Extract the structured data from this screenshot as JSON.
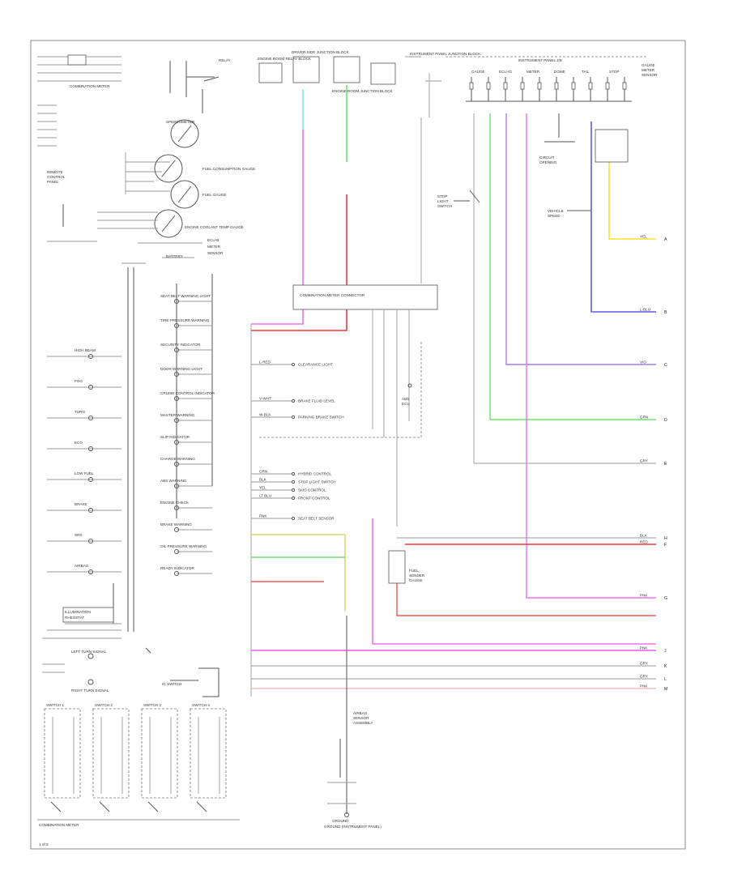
{
  "diagram": {
    "footer_label": "COMBINATION METER",
    "page_mark": "1 of 3",
    "meter_title": "COMBINATION METER",
    "meter_gauges": [
      {
        "label": "SPEEDOMETER"
      },
      {
        "label": "FUEL CONSUMPTION GAUGE"
      },
      {
        "label": "FUEL GAUGE"
      },
      {
        "label": "ENGINE COOLANT TEMP GAUGE"
      }
    ],
    "warning_lamps": [
      "SEAT BELT WARNING LIGHT",
      "TIRE PRESSURE WARNING",
      "SECURITY INDICATOR",
      "DOOR WARNING LIGHT",
      "CRUISE CONTROL INDICATOR",
      "MASTER WARNING",
      "SLIP INDICATOR",
      "CHARGE WARNING",
      "ABS WARNING",
      "ENGINE CHECK",
      "BRAKE WARNING",
      "OIL PRESSURE WARNING",
      "READY INDICATOR"
    ],
    "left_lamps": [
      "HIGH BEAM",
      "FOG",
      "TURN",
      "ECO",
      "LOW FUEL",
      "BRAKE",
      "SRS",
      "AIRBAG"
    ],
    "turn_labels": {
      "left": "LEFT TURN SIGNAL",
      "right": "RIGHT TURN SIGNAL"
    },
    "bottom_switches": [
      "SWITCH 1",
      "SWITCH 2",
      "SWITCH 3",
      "SWITCH 4"
    ],
    "top_components": [
      {
        "label": "ENGINE ROOM RELAY BLOCK"
      },
      {
        "label": "DRIVER SIDE JUNCTION BLOCK"
      },
      {
        "label": "ENGINE ROOM JUNCTION BLOCK"
      },
      {
        "label": "INSTRUMENT PANEL JUNCTION BLOCK"
      }
    ],
    "center_connector": "COMBINATION METER CONNECTOR",
    "center_outputs": [
      {
        "label": "CLEARANCE LIGHT",
        "wire": "L-RED"
      },
      {
        "label": "BRAKE FLUID LEVEL",
        "wire": "V-WHT"
      },
      {
        "label": "PARKING BRAKE SWITCH",
        "wire": "W-BLK"
      },
      {
        "label": "HYBRID CONTROL",
        "wire": "GRN"
      },
      {
        "label": "STOP LIGHT SWITCH",
        "wire": "BLK"
      },
      {
        "label": "SKID CONTROL",
        "wire": "YEL"
      },
      {
        "label": "FRONT CONTROL",
        "wire": "LT BLU"
      },
      {
        "label": "SEAT BELT SENSOR",
        "wire": "PNK"
      }
    ],
    "fuse_box_label": "INSTRUMENT PANEL J/B",
    "right_side_labels": [
      "GAUGE",
      "ECU-IG",
      "METER",
      "DOME",
      "TAIL",
      "STOP"
    ],
    "ground_label": "GROUND",
    "ground_sub": "GROUND (INSTRUMENT PANEL)",
    "wire_ends": [
      {
        "wire": "YEL",
        "color": "#ffe033",
        "label": "A"
      },
      {
        "wire": "L-BLU",
        "color": "#5c5cf0",
        "label": "B"
      },
      {
        "wire": "VIO",
        "color": "#a97de8",
        "label": "C"
      },
      {
        "wire": "GRN",
        "color": "#6fe26f",
        "label": "D"
      },
      {
        "wire": "GRY",
        "color": "#9a9a9a",
        "label": "E"
      },
      {
        "wire": "RED",
        "color": "#ee3b3b",
        "label": "F"
      },
      {
        "wire": "PNK",
        "color": "#f070f0",
        "label": "G"
      },
      {
        "wire": "BLK",
        "color": "#555555",
        "label": "H"
      },
      {
        "wire": "PNK",
        "color": "#f070f0",
        "label": "J"
      },
      {
        "wire": "GRY",
        "color": "#9a9a9a",
        "label": "K"
      },
      {
        "wire": "GRY",
        "color": "#9a9a9a",
        "label": "L"
      },
      {
        "wire": "PNK",
        "color": "#f5b0b0",
        "label": "M"
      }
    ]
  }
}
